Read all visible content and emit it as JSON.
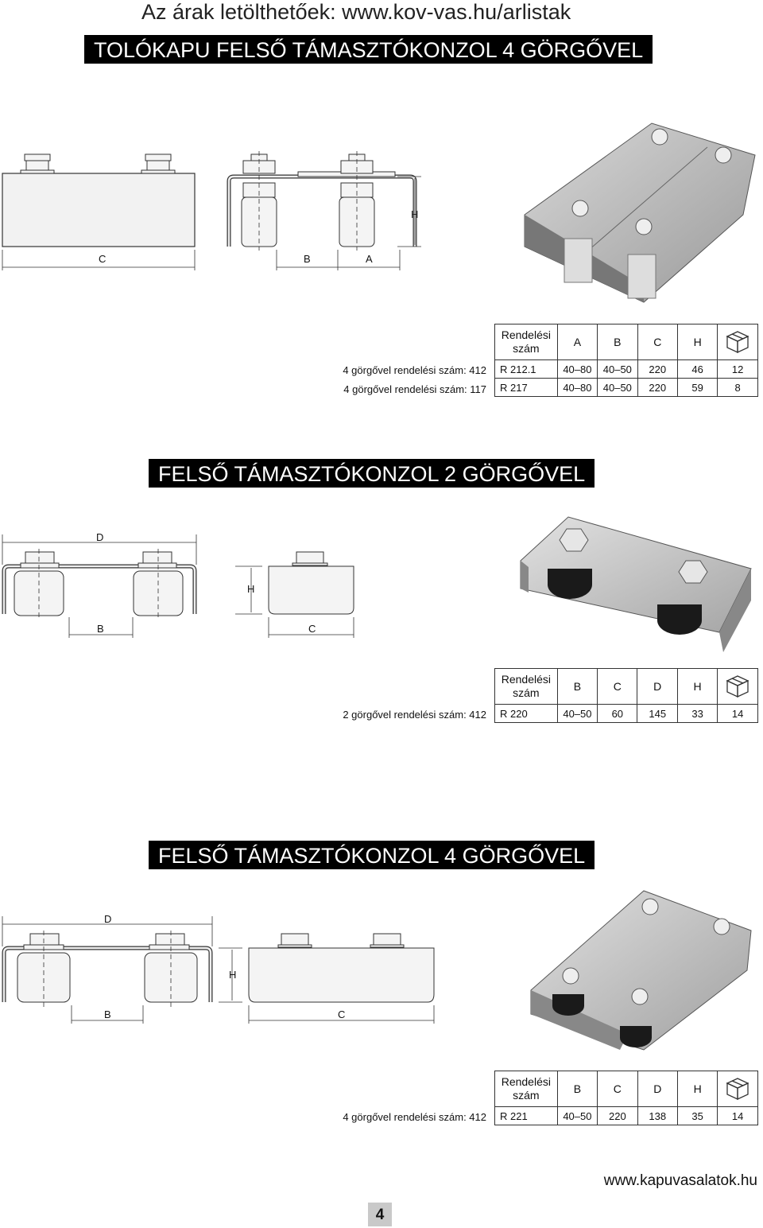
{
  "header": {
    "download_text": "Az árak letölthetőek: www.kov-vas.hu/arlistak"
  },
  "sections": [
    {
      "title": "TOLÓKAPU FELSŐ TÁMASZTÓKONZOL 4 GÖRGŐVEL",
      "dims": {
        "c": "C",
        "b": "B",
        "a": "A",
        "h": "H"
      },
      "table": {
        "headers": [
          "Rendelési szám",
          "A",
          "B",
          "C",
          "H"
        ],
        "rows": [
          {
            "label": "4 görgővel rendelési szám: 412",
            "cells": [
              "R 212.1",
              "40–80",
              "40–50",
              "220",
              "46",
              "12"
            ]
          },
          {
            "label": "4 görgővel rendelési szám: 117",
            "cells": [
              "R 217",
              "40–80",
              "40–50",
              "220",
              "59",
              "8"
            ]
          }
        ]
      }
    },
    {
      "title": "FELSŐ TÁMASZTÓKONZOL 2 GÖRGŐVEL",
      "dims": {
        "d": "D",
        "h": "H",
        "b": "B",
        "c": "C"
      },
      "table": {
        "headers": [
          "Rendelési szám",
          "B",
          "C",
          "D",
          "H"
        ],
        "rows": [
          {
            "label": "2 görgővel rendelési szám: 412",
            "cells": [
              "R 220",
              "40–50",
              "60",
              "145",
              "33",
              "14"
            ]
          }
        ]
      }
    },
    {
      "title": "FELSŐ TÁMASZTÓKONZOL 4 GÖRGŐVEL",
      "dims": {
        "d": "D",
        "h": "H",
        "b": "B",
        "c": "C"
      },
      "table": {
        "headers": [
          "Rendelési szám",
          "B",
          "C",
          "D",
          "H"
        ],
        "rows": [
          {
            "label": "4 görgővel rendelési szám: 412",
            "cells": [
              "R 221",
              "40–50",
              "220",
              "138",
              "35",
              "14"
            ]
          }
        ]
      }
    }
  ],
  "footer": {
    "url": "www.kapuvasalatok.hu",
    "page_number": "4"
  },
  "icons": {
    "package": "package-box-icon"
  }
}
